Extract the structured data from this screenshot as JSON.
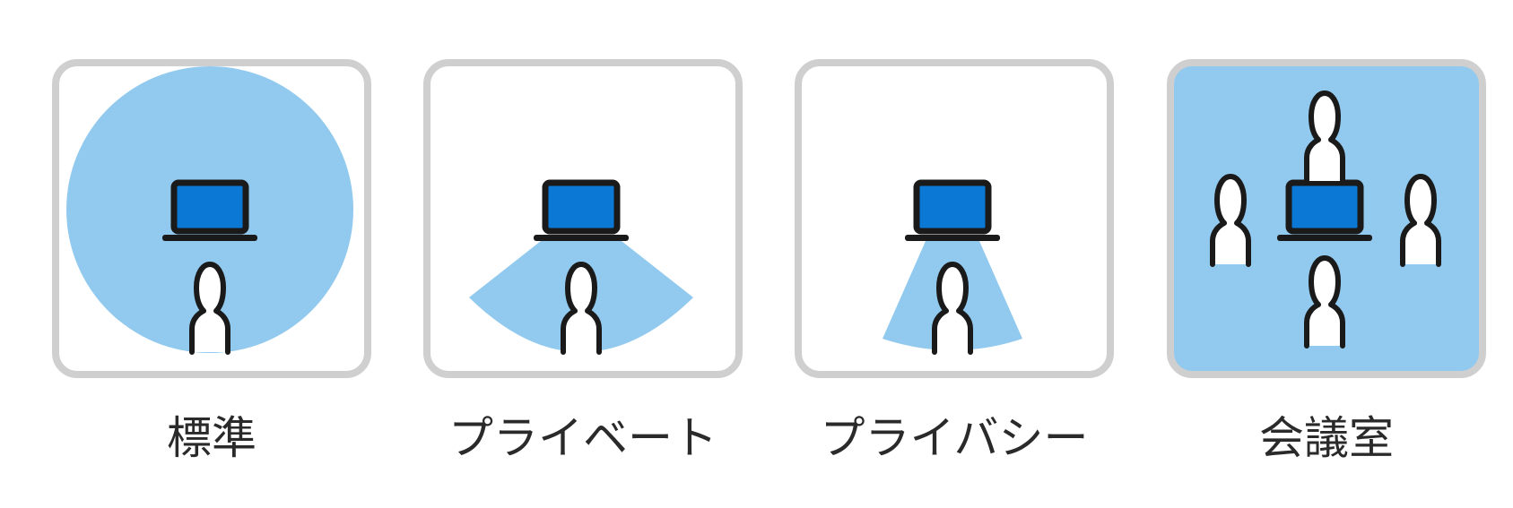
{
  "modes": [
    {
      "id": "standard",
      "label": "標準",
      "selected": false
    },
    {
      "id": "private",
      "label": "プライベート",
      "selected": false
    },
    {
      "id": "privacy",
      "label": "プライバシー",
      "selected": false
    },
    {
      "id": "meeting-room",
      "label": "会議室",
      "selected": true
    }
  ],
  "colors": {
    "pickup_area": "#92caef",
    "laptop_screen": "#0a78d4",
    "tile_border": "#cfcfcf",
    "outline": "#1a1a1a",
    "label_text": "#2a2a2a"
  },
  "icons": {
    "laptop": "laptop-icon",
    "person": "person-icon"
  }
}
